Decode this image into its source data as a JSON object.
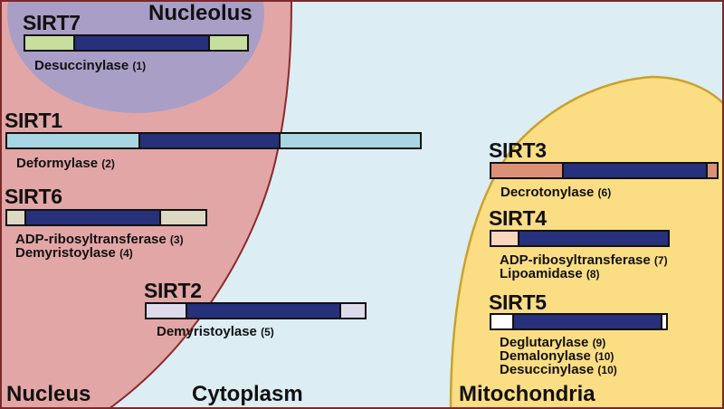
{
  "regions": {
    "nucleolus": "Nucleolus",
    "nucleus": "Nucleus",
    "cytoplasm": "Cytoplasm",
    "mitochondria": "Mitochondria"
  },
  "colors": {
    "cytoplasm": "#dcedf4",
    "nucleus": "#e3a6a6",
    "nucleus_border": "#8b2a2a",
    "nucleolus": "#a99ec6",
    "mitochondria": "#fbdd84",
    "mitochondria_border": "#c9a12c",
    "frame": "#7a2a2a",
    "core_domain": "#27307a"
  },
  "sirtuins": [
    {
      "name": "SIRT7",
      "location": "Nucleolus",
      "segments": [
        {
          "type": "terminal",
          "color": "#c6df9e",
          "fraction": 0.22
        },
        {
          "type": "core",
          "color": "#27307a",
          "fraction": 0.61
        },
        {
          "type": "terminal",
          "color": "#c6df9e",
          "fraction": 0.17
        }
      ],
      "activities": [
        {
          "label": "Desuccinylase",
          "ref": "(1)"
        }
      ]
    },
    {
      "name": "SIRT1",
      "location": "Nucleus",
      "segments": [
        {
          "type": "terminal",
          "color": "#a8d6e2",
          "fraction": 0.32
        },
        {
          "type": "core",
          "color": "#27307a",
          "fraction": 0.34
        },
        {
          "type": "terminal",
          "color": "#a8d6e2",
          "fraction": 0.34
        }
      ],
      "activities": [
        {
          "label": "Deformylase",
          "ref": "(2)"
        }
      ]
    },
    {
      "name": "SIRT6",
      "location": "Nucleus",
      "segments": [
        {
          "type": "terminal",
          "color": "#ddd9c3",
          "fraction": 0.09
        },
        {
          "type": "core",
          "color": "#27307a",
          "fraction": 0.68
        },
        {
          "type": "terminal",
          "color": "#ddd9c3",
          "fraction": 0.23
        }
      ],
      "activities": [
        {
          "label": "ADP-ribosyltransferase",
          "ref": "(3)"
        },
        {
          "label": "Demyristoylase",
          "ref": "(4)"
        }
      ]
    },
    {
      "name": "SIRT2",
      "location": "Cytoplasm",
      "segments": [
        {
          "type": "terminal",
          "color": "#dcdaeb",
          "fraction": 0.18
        },
        {
          "type": "core",
          "color": "#27307a",
          "fraction": 0.71
        },
        {
          "type": "terminal",
          "color": "#dcdaeb",
          "fraction": 0.11
        }
      ],
      "activities": [
        {
          "label": "Demyristoylase",
          "ref": "(5)"
        }
      ]
    },
    {
      "name": "SIRT3",
      "location": "Mitochondria",
      "segments": [
        {
          "type": "terminal",
          "color": "#dc9176",
          "fraction": 0.32
        },
        {
          "type": "core",
          "color": "#27307a",
          "fraction": 0.64
        },
        {
          "type": "terminal",
          "color": "#dc9176",
          "fraction": 0.04
        }
      ],
      "activities": [
        {
          "label": "Decrotonylase",
          "ref": "(6)"
        }
      ]
    },
    {
      "name": "SIRT4",
      "location": "Mitochondria",
      "segments": [
        {
          "type": "terminal",
          "color": "#fbd6bc",
          "fraction": 0.15
        },
        {
          "type": "core",
          "color": "#27307a",
          "fraction": 0.85
        }
      ],
      "activities": [
        {
          "label": "ADP-ribosyltransferase",
          "ref": "(7)"
        },
        {
          "label": "Lipoamidase",
          "ref": "(8)"
        }
      ]
    },
    {
      "name": "SIRT5",
      "location": "Mitochondria",
      "segments": [
        {
          "type": "terminal",
          "color": "#ffffff",
          "fraction": 0.12
        },
        {
          "type": "core",
          "color": "#27307a",
          "fraction": 0.86
        },
        {
          "type": "terminal",
          "color": "#ffffff",
          "fraction": 0.02
        }
      ],
      "activities": [
        {
          "label": "Deglutarylase",
          "ref": "(9)"
        },
        {
          "label": "Demalonylase",
          "ref": "(10)"
        },
        {
          "label": "Desuccinylase",
          "ref": "(10)"
        }
      ]
    }
  ]
}
